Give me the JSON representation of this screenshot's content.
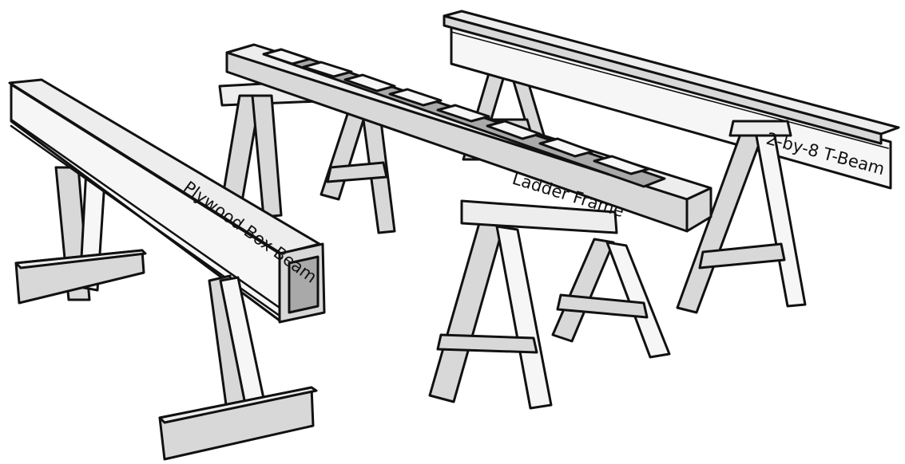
{
  "labels": {
    "box_beam": "Plywood Box Beam",
    "ladder_frame": "Ladder Frame",
    "t_beam": "2-by-8 T-Beam"
  },
  "colors": {
    "outline": "#111111",
    "light_face": "#ededed",
    "mid_face": "#d8d8d8",
    "shadow_face": "#a9a9a9"
  }
}
